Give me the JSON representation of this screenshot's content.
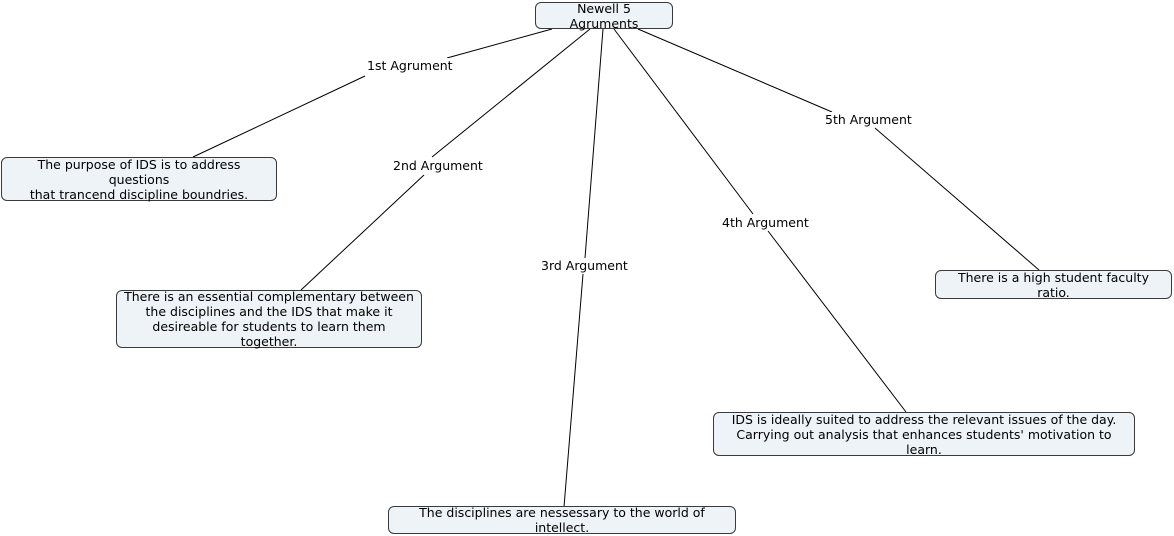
{
  "colors": {
    "node_fill": "#edf3f7",
    "node_border": "#3a3a3a",
    "line": "#000000",
    "background": "#ffffff"
  },
  "root": {
    "text": "Newell 5 Agruments"
  },
  "branches": [
    {
      "label": "1st Agrument",
      "concept": "The purpose of IDS is to address questions\nthat trancend discipline boundries."
    },
    {
      "label": "2nd Argument",
      "concept": "There is an essential complementary between\nthe disciplines and the IDS that make it\ndesireable for students to learn them together."
    },
    {
      "label": "3rd Argument",
      "concept": "The disciplines are nessessary to the world of intellect."
    },
    {
      "label": "4th Argument",
      "concept": "IDS is ideally suited to address the relevant issues of the day.\nCarrying out analysis that enhances students' motivation to learn."
    },
    {
      "label": "5th Argument",
      "concept": "There is a high student faculty ratio."
    }
  ]
}
